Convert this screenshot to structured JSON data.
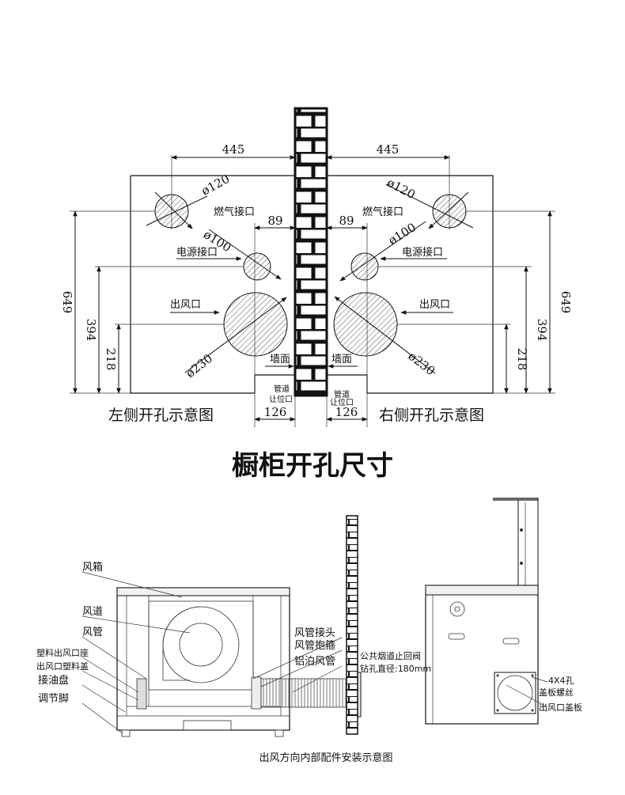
{
  "top": {
    "dim_width_left": "445",
    "dim_width_right": "445",
    "dim_gap_left": "89",
    "dim_gap_right": "89",
    "dim_649": "649",
    "dim_394": "394",
    "dim_218": "218",
    "dim_126_left": "126",
    "dim_126_right": "126",
    "gas_diameter": "ø120",
    "power_diameter": "ø100",
    "outlet_diameter": "ø230",
    "gas_label": "燃气接口",
    "power_label": "电源接口",
    "outlet_label": "出风口",
    "wall_label": "墙面",
    "pipe_clear_line1": "管道",
    "pipe_clear_line2": "让位口",
    "left_caption": "左侧开孔示意图",
    "right_caption": "右侧开孔示意图"
  },
  "title": "橱柜开孔尺寸",
  "bottom": {
    "labels": {
      "fan_box": "风箱",
      "air_duct": "风道",
      "air_pipe": "风管",
      "plastic_seat": "塑料出风口座",
      "plastic_cover": "出风口塑料盖",
      "oil_tray": "接油盘",
      "adjust_foot": "调节脚",
      "pipe_joint": "风管接头",
      "pipe_clamp": "风管抱箍",
      "foil_pipe": "铝泊风管",
      "flue_line1": "公共烟道止回阀",
      "flue_line2": "钻孔直径:180mm",
      "hole_4x4": "4X4孔",
      "cover_screw": "盖板螺丝",
      "outlet_cover": "出风口盖板"
    },
    "caption": "出风方向内部配件安装示意图"
  }
}
